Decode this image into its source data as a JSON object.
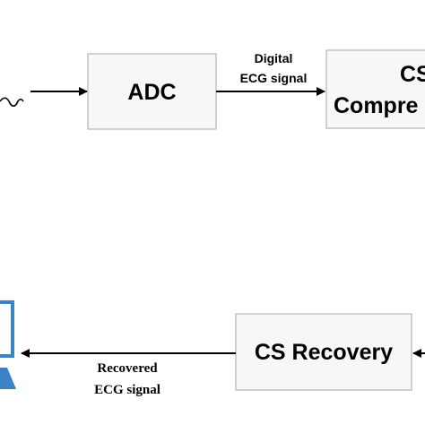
{
  "diagram": {
    "top_row": {
      "adc_box": {
        "label": "ADC"
      },
      "arrow_label": {
        "line1": "Digital",
        "line2": "ECG signal"
      },
      "cs_compress_box": {
        "line1": "CS",
        "line2": "Compre"
      }
    },
    "bottom_row": {
      "cs_recovery_box": {
        "label": "CS Recovery"
      },
      "arrow_label": {
        "line1": "Recovered",
        "line2": "ECG signal"
      }
    },
    "colors": {
      "box_fill": "#f7f7f7",
      "box_stroke": "#b5b5b5",
      "arrow": "#000000",
      "monitor_blue": "#3d82c4"
    },
    "icons": {
      "signal_wave": "sine-wave-icon",
      "monitor": "monitor-icon"
    }
  }
}
